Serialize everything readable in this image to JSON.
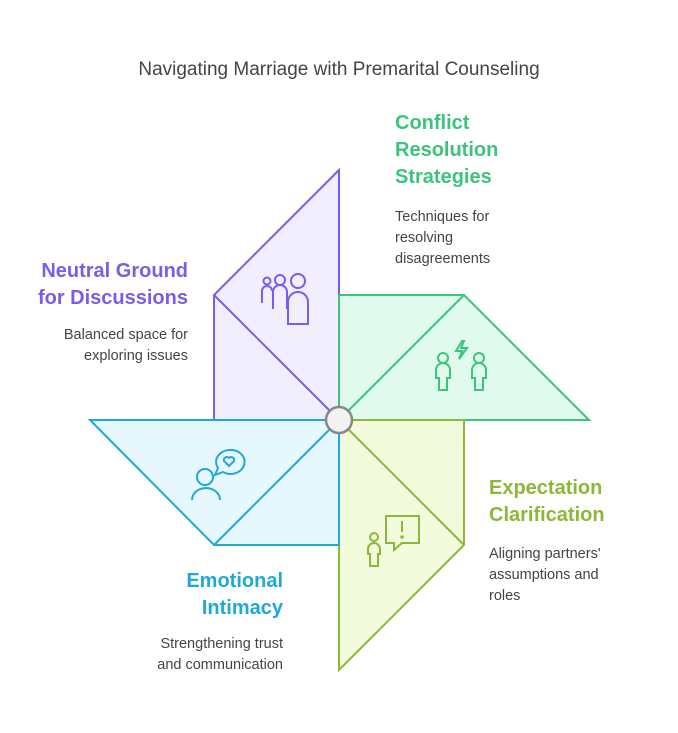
{
  "title": "Navigating Marriage with Premarital Counseling",
  "sections": [
    {
      "heading_lines": [
        "Conflict",
        "Resolution",
        "Strategies"
      ],
      "desc_lines": [
        "Techniques for",
        "resolving",
        "disagreements"
      ],
      "color": "#3CC47C",
      "icon": "two-people-conflict-icon"
    },
    {
      "heading_lines": [
        "Neutral Ground",
        "for Discussions"
      ],
      "desc_lines": [
        "Balanced space for",
        "exploring issues"
      ],
      "color": "#7B5CE8",
      "icon": "group-icon"
    },
    {
      "heading_lines": [
        "Expectation",
        "Clarification"
      ],
      "desc_lines": [
        "Aligning partners'",
        "assumptions and",
        "roles"
      ],
      "color": "#8CB83A",
      "icon": "person-alert-speech-icon"
    },
    {
      "heading_lines": [
        "Emotional",
        "Intimacy"
      ],
      "desc_lines": [
        "Strengthening trust",
        "and communication"
      ],
      "color": "#1FA8D8",
      "icon": "person-heart-speech-icon"
    }
  ]
}
